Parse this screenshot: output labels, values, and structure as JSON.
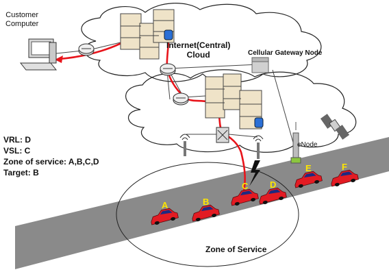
{
  "labels": {
    "customer_computer": "Customer\nComputer",
    "internet_cloud": "Internet(Central)\nCloud",
    "cellular_gateway": "Cellular Gateway Node",
    "enode": "eNode",
    "zone_of_service": "Zone of Service"
  },
  "info": {
    "vrl": "VRL: D",
    "vsl": "VSL: C",
    "zone": "Zone of service: A,B,C,D",
    "target": "Target: B"
  },
  "cars": [
    {
      "letter": "A"
    },
    {
      "letter": "B"
    },
    {
      "letter": "C"
    },
    {
      "letter": "D"
    },
    {
      "letter": "E"
    },
    {
      "letter": "F"
    }
  ],
  "colors": {
    "path": "#e8141b",
    "road": "#8a8a8a",
    "car_body": "#e31b23",
    "car_window": "#1d2a80",
    "car_letter": "#ffe600",
    "server": "#efe3c8",
    "link": "#444444"
  }
}
